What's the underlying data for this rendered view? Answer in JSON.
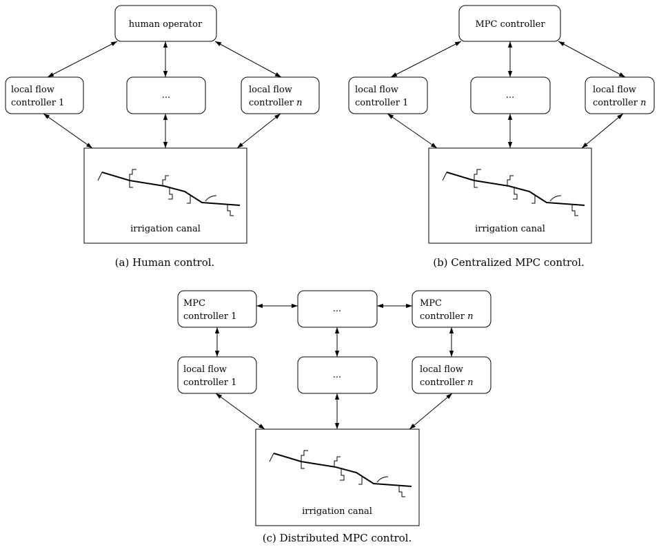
{
  "panels": {
    "a": {
      "caption": "(a)  Human control.",
      "top": "human operator",
      "left": [
        "local flow",
        "controller 1"
      ],
      "middle": "...",
      "right": [
        "local flow",
        "controller n"
      ],
      "canal": "irrigation canal"
    },
    "b": {
      "caption": "(b)  Centralized MPC control.",
      "top": "MPC controller",
      "left": [
        "local flow",
        "controller 1"
      ],
      "middle": "...",
      "right": [
        "local flow",
        "controller n"
      ],
      "canal": "irrigation canal"
    },
    "c": {
      "caption": "(c)  Distributed MPC control.",
      "mpc_left": [
        "MPC",
        "controller 1"
      ],
      "mpc_middle": "...",
      "mpc_right": [
        "MPC",
        "controller n"
      ],
      "left": [
        "local flow",
        "controller 1"
      ],
      "middle": "...",
      "right": [
        "local flow",
        "controller n"
      ],
      "canal": "irrigation canal"
    }
  }
}
